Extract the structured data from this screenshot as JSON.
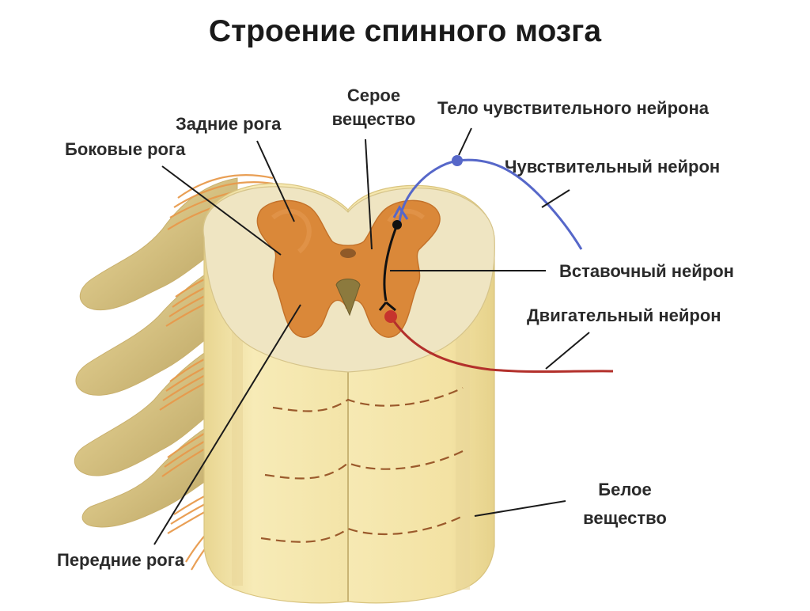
{
  "title": "Строение спинного мозга",
  "labels": {
    "posterior_horns": "Задние рога",
    "lateral_horns": "Боковые рога",
    "gray_matter_1": "Серое",
    "gray_matter_2": "вещество",
    "sensory_neuron_body": "Тело чувствительного нейрона",
    "sensory_neuron": "Чувствительный нейрон",
    "interneuron": "Вставочный нейрон",
    "motor_neuron": "Двигательный нейрон",
    "white_matter_1": "Белое",
    "white_matter_2": "вещество",
    "anterior_horns": "Передние рога"
  },
  "colors": {
    "white_matter": "#f6e9b2",
    "white_matter_shade": "#e9d894",
    "white_matter_top": "#efe6c4",
    "gray_matter": "#d9863a",
    "sensory_neuron": "#5667c9",
    "motor_neuron": "#b3302b",
    "nerve_root": "#e89a4c",
    "ganglion_light": "#efdc9c",
    "ganglion_dark": "#b9a25e"
  }
}
